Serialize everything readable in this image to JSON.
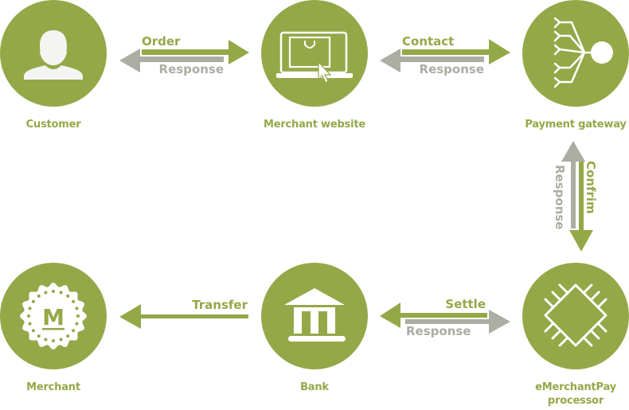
{
  "colors": {
    "primary": "#94a848",
    "secondary": "#acada3",
    "icon": "#ffffff",
    "icon_fill": "#f4f4f2"
  },
  "nodes": [
    {
      "id": "customer",
      "label": "Customer",
      "icon": "person-icon"
    },
    {
      "id": "merchant-website",
      "label": "Merchant website",
      "icon": "laptop-shopping-bag-icon"
    },
    {
      "id": "payment-gateway",
      "label": "Payment gateway",
      "icon": "gateway-branch-icon"
    },
    {
      "id": "merchant",
      "label": "Merchant",
      "icon": "merchant-badge-icon"
    },
    {
      "id": "bank",
      "label": "Bank",
      "icon": "bank-icon"
    },
    {
      "id": "processor",
      "label_line1": "eMerchantPay",
      "label_line2": "processor",
      "icon": "processor-chip-icon"
    }
  ],
  "badge_letter": "M",
  "flows": [
    {
      "from": "customer",
      "to": "merchant-website",
      "forward": "Order",
      "back": "Response"
    },
    {
      "from": "merchant-website",
      "to": "payment-gateway",
      "forward": "Contact",
      "back": "Response"
    },
    {
      "from": "payment-gateway",
      "to": "processor",
      "forward": "Confrim",
      "back": "Response"
    },
    {
      "from": "processor",
      "to": "bank",
      "forward": "Settle",
      "back": "Response"
    },
    {
      "from": "bank",
      "to": "merchant",
      "forward": "Transfer"
    }
  ]
}
